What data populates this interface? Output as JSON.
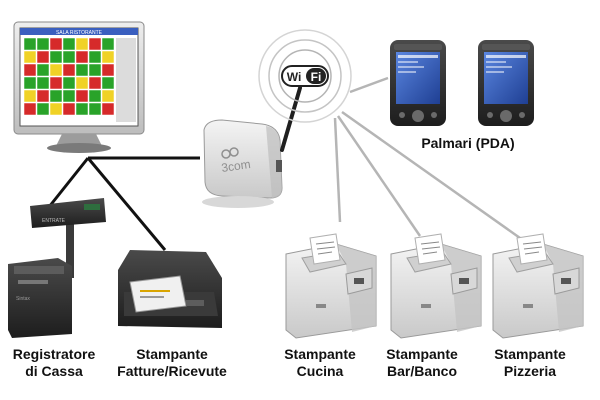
{
  "monitor": {
    "screen_title": "SALA RISTORANTE"
  },
  "router": {
    "brand": "3com"
  },
  "wifi": {
    "logo_left": "Wi",
    "logo_right": "Fi"
  },
  "cash_register": {
    "brand": "Sintax",
    "display_brand": "ENTRATE"
  },
  "labels": {
    "pda": "Palmari (PDA)",
    "register_line1": "Registratore",
    "register_line2": "di Cassa",
    "invoice_line1": "Stampante",
    "invoice_line2": "Fatture/Ricevute",
    "kitchen_line1": "Stampante",
    "kitchen_line2": "Cucina",
    "bar_line1": "Stampante",
    "bar_line2": "Bar/Banco",
    "pizzeria_line1": "Stampante",
    "pizzeria_line2": "Pizzeria"
  },
  "colors": {
    "wire": "#111111",
    "wireless_link": "#b5b5b5",
    "device_body": "#e3e3e3",
    "device_dark": "#2b2b2b",
    "pda_screen": "#3a63c4",
    "table_green": "#29a329",
    "table_red": "#d62a2a",
    "table_yellow": "#f0d226"
  }
}
